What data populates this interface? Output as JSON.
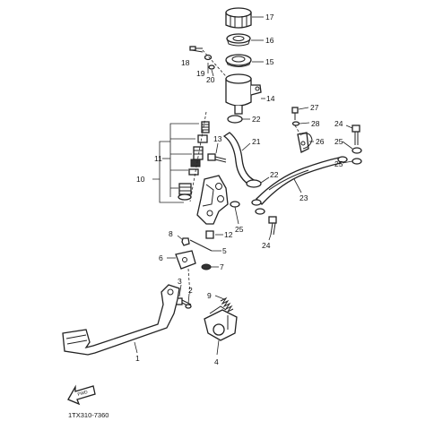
{
  "diagram": {
    "code": "1TX310-7360",
    "fwd_label": "FWD",
    "callouts": {
      "c1": "1",
      "c2": "2",
      "c3": "3",
      "c4": "4",
      "c5": "5",
      "c6": "6",
      "c7": "7",
      "c8": "8",
      "c9": "9",
      "c10": "10",
      "c11": "11",
      "c12": "12",
      "c13": "13",
      "c14": "14",
      "c15": "15",
      "c16": "16",
      "c17": "17",
      "c18": "18",
      "c19": "19",
      "c20": "20",
      "c21": "21",
      "c22a": "22",
      "c22b": "22",
      "c23": "23",
      "c24a": "24",
      "c24b": "24",
      "c25a": "25",
      "c25b": "25",
      "c25c": "25",
      "c26": "26",
      "c27": "27",
      "c28": "28"
    }
  }
}
